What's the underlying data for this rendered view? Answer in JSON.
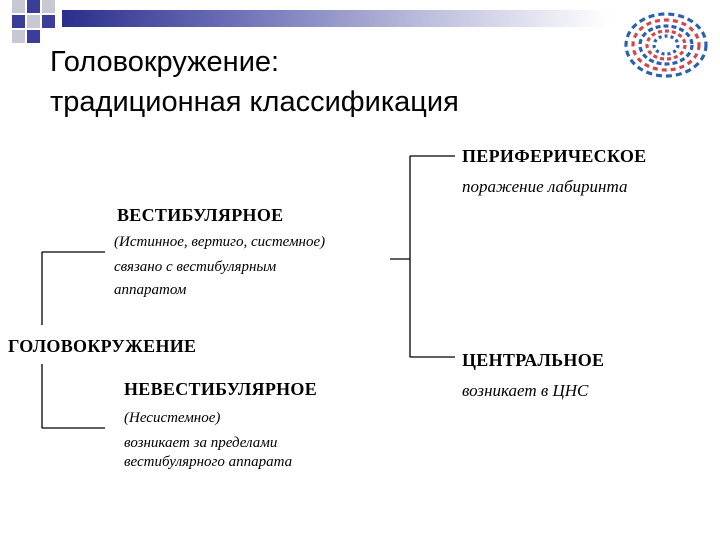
{
  "slide": {
    "title_line1": "Головокружение:",
    "title_line2": "традиционная классификация"
  },
  "diagram": {
    "root": "ГОЛОВОКРУЖЕНИЕ",
    "vestibular": {
      "label": "ВЕСТИБУЛЯРНОЕ",
      "note": "(Истинное, вертиго, системное)",
      "desc_line1": "связано с вестибулярным",
      "desc_line2": "аппаратом"
    },
    "nonvestibular": {
      "label": "НЕВЕСТИБУЛЯРНОЕ",
      "note": "(Несистемное)",
      "desc_line1": "возникает за пределами",
      "desc_line2": "вестибулярного аппарата"
    },
    "peripheral": {
      "label": "ПЕРИФЕРИЧЕСКОЕ",
      "desc": "поражение лабиринта"
    },
    "central": {
      "label": "ЦЕНТРАЛЬНОЕ",
      "desc": "возникает в ЦНС"
    }
  },
  "colors": {
    "bar_dark": "#2b2e8c",
    "square_blue": "#3a3d99",
    "square_grey": "#c7c8d4",
    "logo_blue": "#2b5fb0",
    "logo_red": "#d8454a"
  }
}
